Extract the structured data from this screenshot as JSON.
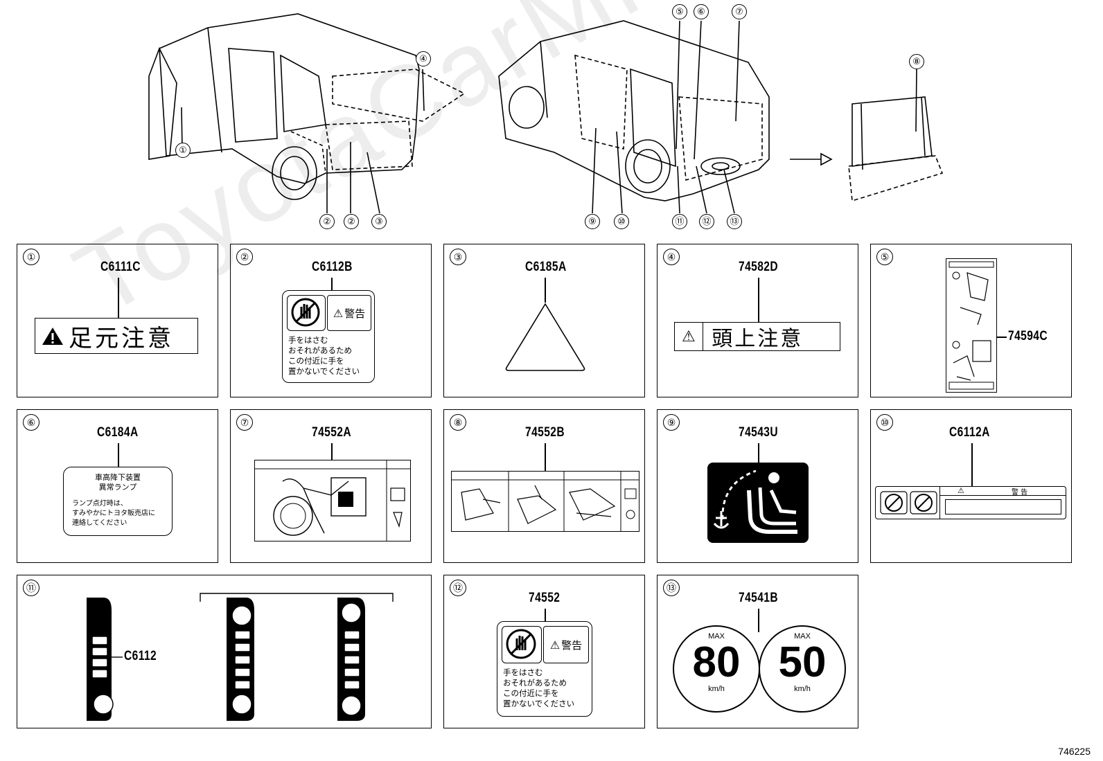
{
  "diagram": {
    "callouts_left_car": [
      "①",
      "②",
      "②",
      "③",
      "④"
    ],
    "callouts_right_car": [
      "⑤",
      "⑥",
      "⑦",
      "⑨",
      "⑩",
      "⑪",
      "⑫",
      "⑬"
    ],
    "callout_extra": "⑧",
    "part_number": "746225",
    "watermark": "ToyotaCarMine.ru"
  },
  "panels": [
    {
      "num": "①",
      "code": "C6111C",
      "label_text": "足元注意"
    },
    {
      "num": "②",
      "code": "C6112B",
      "warn_word": "警告",
      "body_text": [
        "手をはさむ",
        "おそれがあるため",
        "この付近に手を",
        "置かないでください"
      ]
    },
    {
      "num": "③",
      "code": "C6185A"
    },
    {
      "num": "④",
      "code": "74582D",
      "label_text": "頭上注意"
    },
    {
      "num": "⑤",
      "code": "74594C"
    },
    {
      "num": "⑥",
      "code": "C6184A",
      "body_text": [
        "車高降下装置",
        "異常ランプ",
        "ランプ点灯時は、",
        "すみやかにトヨタ販売店に",
        "連絡してください"
      ]
    },
    {
      "num": "⑦",
      "code": "74552A"
    },
    {
      "num": "⑧",
      "code": "74552B"
    },
    {
      "num": "⑨",
      "code": "74543U"
    },
    {
      "num": "⑩",
      "code": "C6112A",
      "warn_word": "警 告"
    },
    {
      "num": "⑪",
      "code": "C6112"
    },
    {
      "num": "⑫",
      "code": "74552",
      "warn_word": "警告",
      "body_text": [
        "手をはさむ",
        "おそれがあるため",
        "この付近に手を",
        "置かないでください"
      ]
    },
    {
      "num": "⑬",
      "code": "74541B",
      "max_label": "MAX",
      "speed_1": "80",
      "speed_2": "50",
      "unit": "km/h"
    }
  ]
}
